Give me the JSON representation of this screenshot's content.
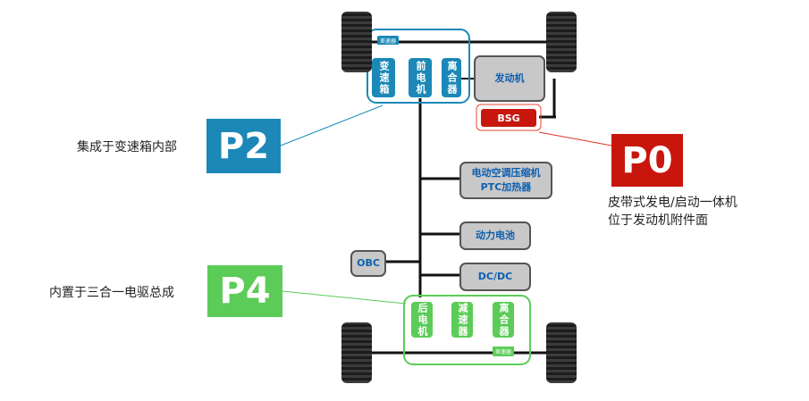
{
  "labels": {
    "gearbox": "变速箱",
    "front_motor": "前电机",
    "front_clutch": "离合器",
    "diff_front": "差速器",
    "engine": "发动机",
    "bsg": "BSG",
    "ac_line1": "电动空调压缩机",
    "ac_line2": "PTC加热器",
    "battery": "动力电池",
    "obc": "OBC",
    "dcdc": "DC/DC",
    "rear_motor": "后电机",
    "reducer": "减速器",
    "rear_clutch": "离合器",
    "diff_rear": "差速器"
  },
  "badges": {
    "p2": "P2",
    "p0": "P0",
    "p4": "P4"
  },
  "captions": {
    "p2": "集成于变速箱内部",
    "p0_line1": "皮带式发电/启动一体机",
    "p0_line2": "位于发动机附件面",
    "p4": "内置于三合一电驱总成"
  },
  "colors": {
    "p2": "#1b88b7",
    "p0": "#c8160d",
    "p4": "#5bcc57",
    "box_gray": "#c8c8c8",
    "text_blue": "#0d5fb0"
  }
}
